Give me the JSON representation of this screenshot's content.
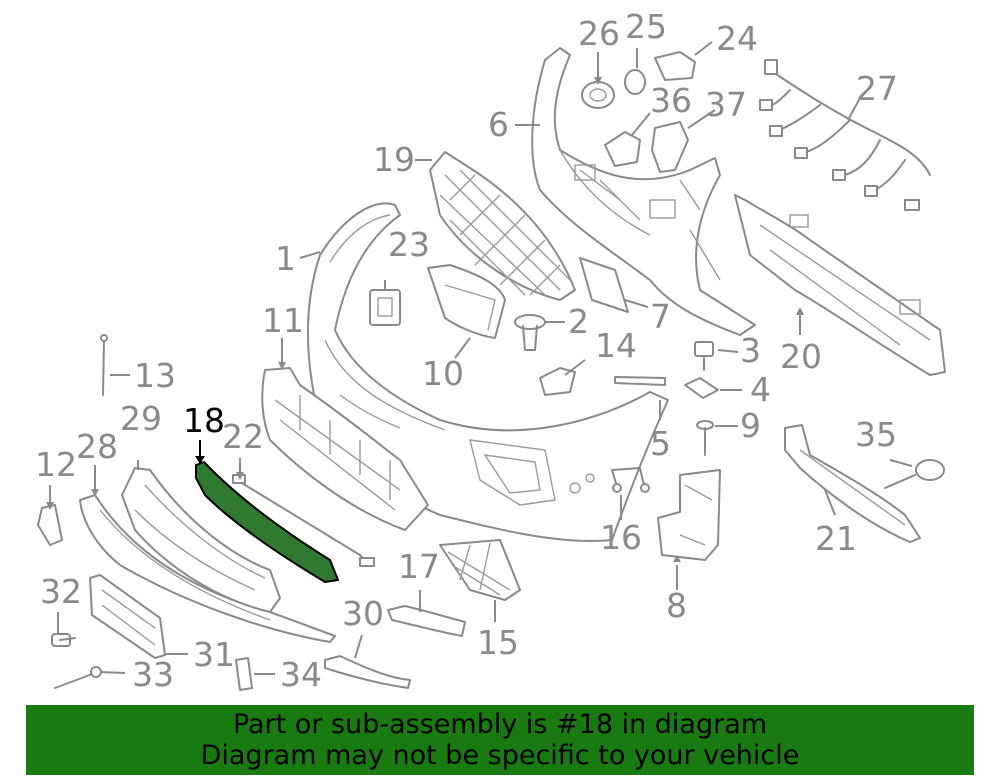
{
  "diagram": {
    "callouts": [
      "1",
      "2",
      "3",
      "4",
      "5",
      "6",
      "7",
      "8",
      "9",
      "10",
      "11",
      "12",
      "13",
      "14",
      "15",
      "16",
      "17",
      "18",
      "19",
      "20",
      "21",
      "22",
      "23",
      "24",
      "25",
      "26",
      "27",
      "28",
      "29",
      "30",
      "31",
      "32",
      "33",
      "34",
      "35",
      "36",
      "37"
    ],
    "highlighted_part": "18",
    "highlight_color": "#2f7a2f",
    "line_color": "#8a8a8a"
  },
  "banner": {
    "line1": "Part or sub-assembly is #18 in diagram",
    "line2": "Diagram may not be specific to your vehicle",
    "background": "#1a7a12"
  }
}
